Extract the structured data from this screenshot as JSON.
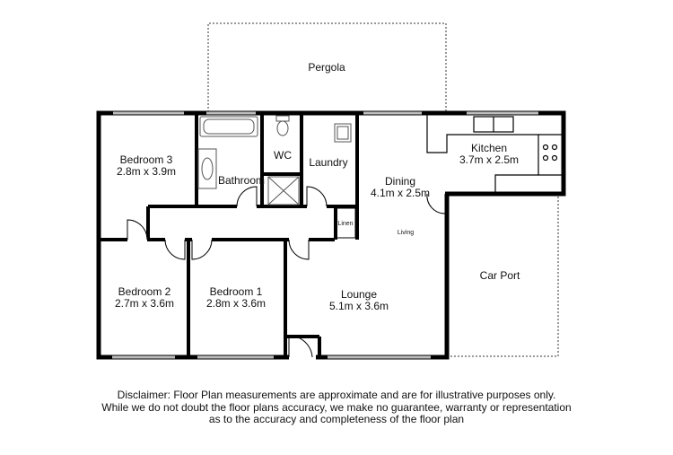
{
  "rooms": {
    "pergola": {
      "name": "Pergola"
    },
    "bedroom3": {
      "name": "Bedroom 3",
      "size": "2.8m x 3.9m"
    },
    "bathroom": {
      "name": "Bathroom"
    },
    "wc": {
      "name": "WC"
    },
    "laundry": {
      "name": "Laundry"
    },
    "dining": {
      "name": "Dining",
      "size": "4.1m x 2.5m"
    },
    "kitchen": {
      "name": "Kitchen",
      "size": "3.7m x 2.5m"
    },
    "linen": {
      "name": "Linen"
    },
    "living": {
      "name": "Living"
    },
    "carport": {
      "name": "Car Port"
    },
    "bedroom2": {
      "name": "Bedroom 2",
      "size": "2.7m x 3.6m"
    },
    "bedroom1": {
      "name": "Bedroom 1",
      "size": "2.8m x 3.6m"
    },
    "lounge": {
      "name": "Lounge",
      "size": "5.1m x 3.6m"
    }
  },
  "disclaimer": {
    "line1": "Disclaimer: Floor Plan measurements are approximate and are for illustrative purposes only.",
    "line2": "While we do not doubt the floor plans accuracy, we make no guarantee, warranty or representation",
    "line3": "as to the accuracy and completeness of the floor plan"
  },
  "colors": {
    "wall": "#000000",
    "window": "#bdbdbd",
    "fixture": "#555555"
  }
}
